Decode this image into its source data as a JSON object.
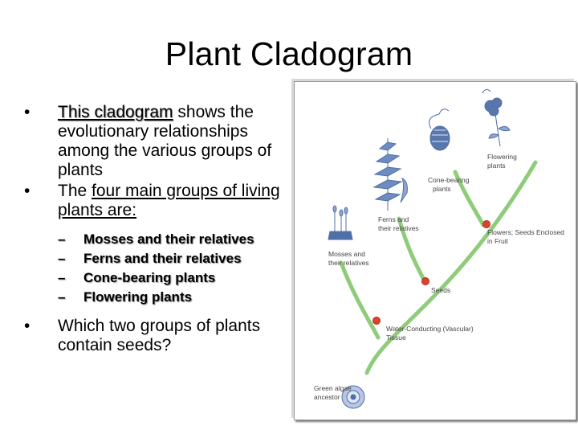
{
  "slide": {
    "title": "Plant Cladogram",
    "bullets": [
      {
        "marker": "•",
        "text_a": "This cladogram",
        "text_b": " shows the evolutionary relationships among the various groups of plants"
      },
      {
        "marker": "•",
        "text_a": "The ",
        "text_b": "four main groups of living plants are:"
      },
      {
        "marker": "•",
        "text": "Which two groups of plants contain seeds?"
      }
    ],
    "subbullets": [
      {
        "marker": "–",
        "text": "Mosses and their relatives"
      },
      {
        "marker": "–",
        "text": "Ferns and their relatives"
      },
      {
        "marker": "–",
        "text": "Cone-bearing plants"
      },
      {
        "marker": "–",
        "text": "Flowering plants"
      }
    ]
  },
  "cladogram": {
    "labels": {
      "mosses_1": "Mosses and",
      "mosses_2": "their relatives",
      "ferns_1": "Ferns and",
      "ferns_2": "their relatives",
      "cone_1": "Cone-bearing",
      "cone_2": "plants",
      "flowering_1": "Flowering",
      "flowering_2": "plants",
      "flowers_1": "Flowers; Seeds Enclosed",
      "flowers_2": "in Fruit",
      "seeds": "Seeds",
      "vascular_1": "Water-Conducting (Vascular)",
      "vascular_2": "Tissue",
      "ancestor_1": "Green algae",
      "ancestor_2": "ancestor"
    },
    "colors": {
      "branch": "#8fcc7a",
      "node": "#e0402a",
      "plant": "#4f6fa8"
    }
  }
}
